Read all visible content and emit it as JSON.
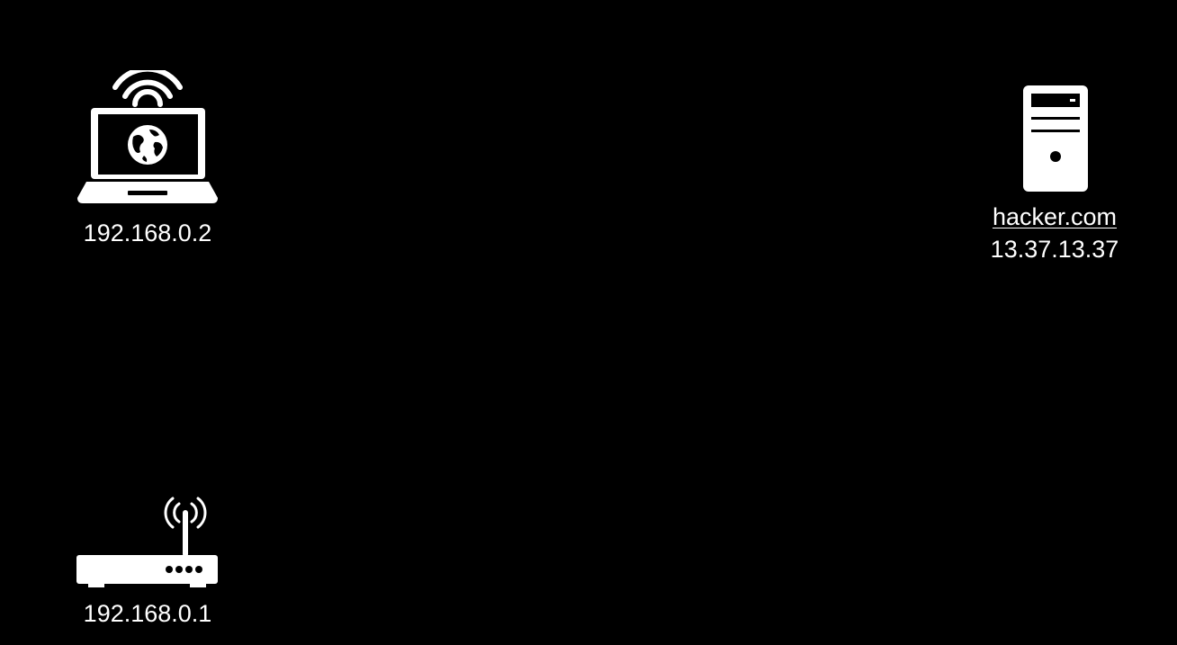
{
  "laptop": {
    "ip": "192.168.0.2",
    "icon": "laptop-wifi-globe-icon"
  },
  "server": {
    "hostname": "hacker.com",
    "ip": "13.37.13.37",
    "icon": "server-tower-icon"
  },
  "router": {
    "ip": "192.168.0.1",
    "icon": "wifi-router-icon"
  },
  "colors": {
    "background": "#000000",
    "foreground": "#ffffff"
  }
}
